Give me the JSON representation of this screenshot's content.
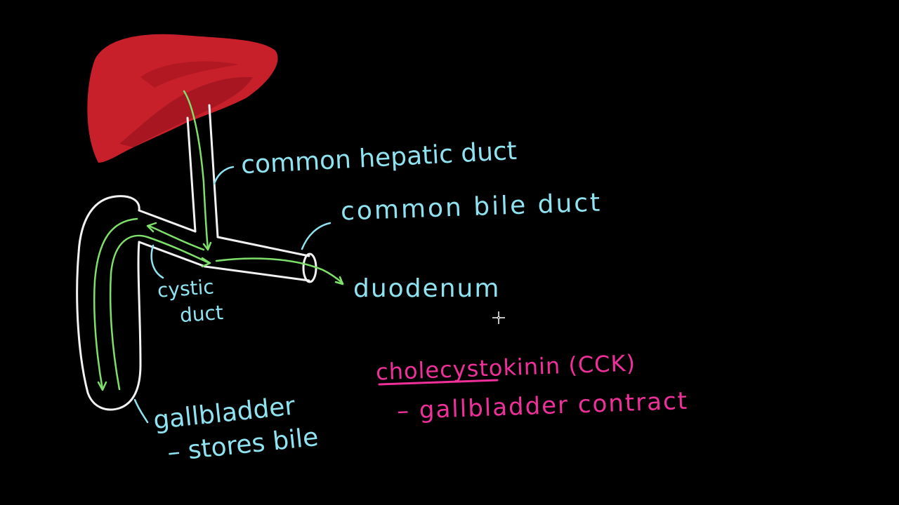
{
  "labels": {
    "common_hepatic_duct": "common hepatic duct",
    "common_bile_duct": "common bile duct",
    "duodenum": "duodenum",
    "cystic_duct_line1": "cystic",
    "cystic_duct_line2": "duct",
    "gallbladder": "gallbladder",
    "stores_bile": "– stores bile",
    "cholecystokinin": "cholecystokinin (CCK)",
    "gallbladder_contract": "– gallbladder contract"
  },
  "colors": {
    "background": "#000000",
    "liver": "#c8202a",
    "liver_shadow": "#8e1019",
    "duct_outline": "#f2f2f2",
    "bile_flow_arrow": "#7ee06a",
    "label_cyan": "#8fe3f0",
    "label_pink": "#f0309a"
  },
  "icons": {
    "liver": "liver-icon",
    "cursor": "crosshair-cursor-icon"
  }
}
